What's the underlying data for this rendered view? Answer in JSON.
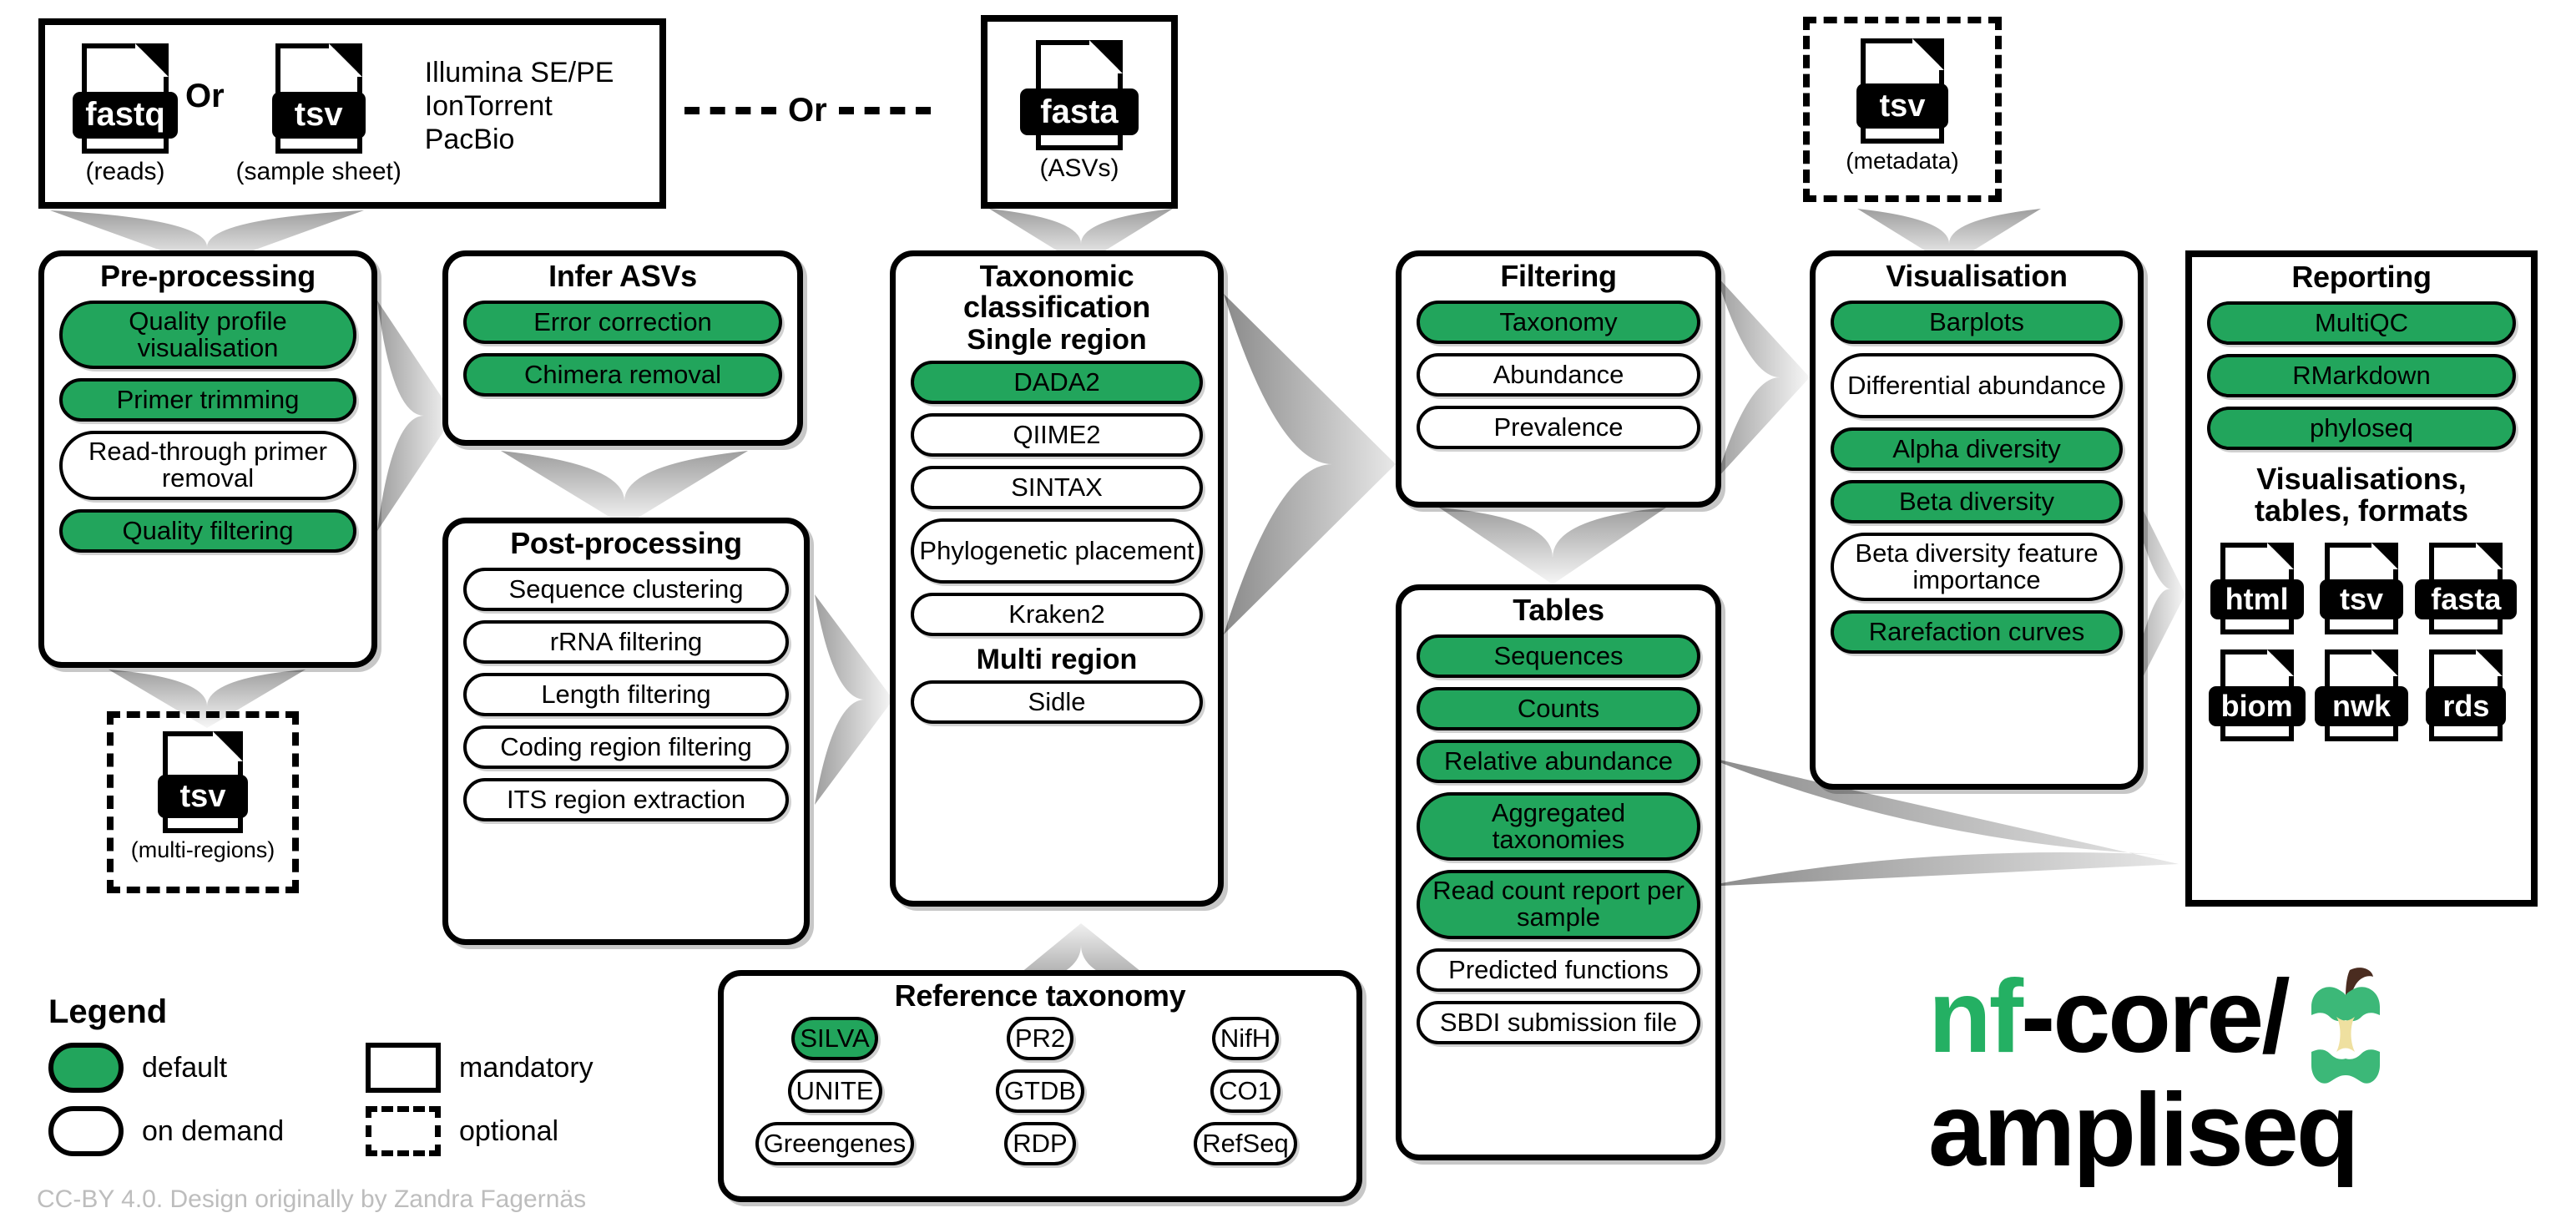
{
  "inputs": {
    "reads_box": {
      "file1": {
        "ext": "fastq",
        "caption": "(reads)"
      },
      "or_label": "Or",
      "file2": {
        "ext": "tsv",
        "caption": "(sample sheet)"
      },
      "platforms": [
        "Illumina SE/PE",
        "IonTorrent",
        "PacBio"
      ]
    },
    "or_connector": "Or",
    "asv_box": {
      "file": {
        "ext": "fasta",
        "caption": "(ASVs)"
      }
    },
    "metadata_box": {
      "file": {
        "ext": "tsv",
        "caption": "(metadata)"
      }
    },
    "multiregion_box": {
      "file": {
        "ext": "tsv",
        "caption": "(multi-regions)"
      }
    }
  },
  "stages": {
    "preprocessing": {
      "title": "Pre-processing",
      "items": [
        {
          "label": "Quality profile visualisation",
          "default": true
        },
        {
          "label": "Primer trimming",
          "default": true
        },
        {
          "label": "Read-through primer removal",
          "default": false
        },
        {
          "label": "Quality filtering",
          "default": true
        }
      ]
    },
    "infer_asvs": {
      "title": "Infer ASVs",
      "items": [
        {
          "label": "Error correction",
          "default": true
        },
        {
          "label": "Chimera removal",
          "default": true
        }
      ]
    },
    "postprocessing": {
      "title": "Post-processing",
      "items": [
        {
          "label": "Sequence clustering",
          "default": false
        },
        {
          "label": "rRNA filtering",
          "default": false
        },
        {
          "label": "Length filtering",
          "default": false
        },
        {
          "label": "Coding region filtering",
          "default": false
        },
        {
          "label": "ITS region extraction",
          "default": false
        }
      ]
    },
    "taxonomic": {
      "title_line1": "Taxonomic",
      "title_line2": "classification",
      "single_region_label": "Single region",
      "single_region_items": [
        {
          "label": "DADA2",
          "default": true
        },
        {
          "label": "QIIME2",
          "default": false
        },
        {
          "label": "SINTAX",
          "default": false
        },
        {
          "label": "Phylogenetic placement",
          "default": false
        },
        {
          "label": "Kraken2",
          "default": false
        }
      ],
      "multi_region_label": "Multi region",
      "multi_region_items": [
        {
          "label": "Sidle",
          "default": false
        }
      ]
    },
    "reference_taxonomy": {
      "title": "Reference taxonomy",
      "items": [
        {
          "label": "SILVA",
          "default": true
        },
        {
          "label": "PR2",
          "default": false
        },
        {
          "label": "NifH",
          "default": false
        },
        {
          "label": "UNITE",
          "default": false
        },
        {
          "label": "GTDB",
          "default": false
        },
        {
          "label": "CO1",
          "default": false
        },
        {
          "label": "Greengenes",
          "default": false
        },
        {
          "label": "RDP",
          "default": false
        },
        {
          "label": "RefSeq",
          "default": false
        }
      ]
    },
    "filtering": {
      "title": "Filtering",
      "items": [
        {
          "label": "Taxonomy",
          "default": true
        },
        {
          "label": "Abundance",
          "default": false
        },
        {
          "label": "Prevalence",
          "default": false
        }
      ]
    },
    "tables": {
      "title": "Tables",
      "items": [
        {
          "label": "Sequences",
          "default": true
        },
        {
          "label": "Counts",
          "default": true
        },
        {
          "label": "Relative abundance",
          "default": true
        },
        {
          "label": "Aggregated taxonomies",
          "default": true
        },
        {
          "label": "Read count report per sample",
          "default": true
        },
        {
          "label": "Predicted functions",
          "default": false
        },
        {
          "label": "SBDI submission file",
          "default": false
        }
      ]
    },
    "visualisation": {
      "title": "Visualisation",
      "items": [
        {
          "label": "Barplots",
          "default": true
        },
        {
          "label": "Differential abundance",
          "default": false
        },
        {
          "label": "Alpha diversity",
          "default": true
        },
        {
          "label": "Beta diversity",
          "default": true
        },
        {
          "label": "Beta diversity feature importance",
          "default": false
        },
        {
          "label": "Rarefaction curves",
          "default": true
        }
      ]
    },
    "reporting": {
      "title": "Reporting",
      "items": [
        {
          "label": "MultiQC",
          "default": true
        },
        {
          "label": "RMarkdown",
          "default": true
        },
        {
          "label": "phyloseq",
          "default": true
        }
      ],
      "formats_heading_line1": "Visualisations,",
      "formats_heading_line2": "tables, formats",
      "formats": [
        "html",
        "tsv",
        "fasta",
        "biom",
        "nwk",
        "rds"
      ]
    }
  },
  "legend": {
    "title": "Legend",
    "default_label": "default",
    "on_demand_label": "on demand",
    "mandatory_label": "mandatory",
    "optional_label": "optional"
  },
  "logo": {
    "nf": "nf",
    "dash_core": "-core/",
    "ampliseq": "ampliseq"
  },
  "footer": "CC-BY 4.0. Design originally by Zandra Fagernäs",
  "colors": {
    "default_green": "#22a55c",
    "logo_green": "#24b063",
    "apple_core": "#efe0a0",
    "stem": "#4a2c20",
    "footer_grey": "#bdbdbd"
  }
}
